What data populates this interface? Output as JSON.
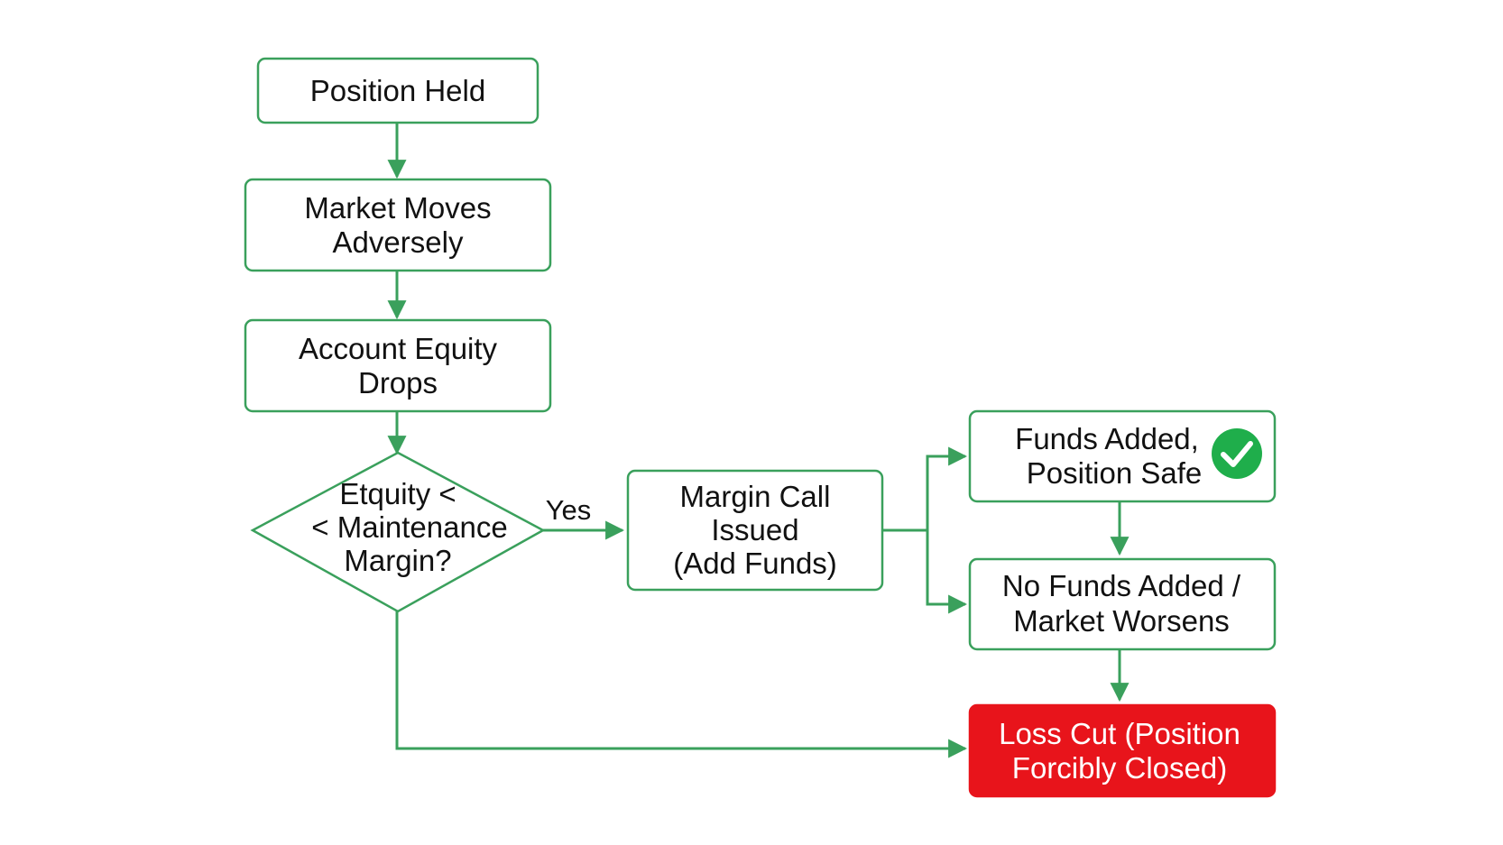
{
  "colors": {
    "stroke": "#3aa05c",
    "fill": "#ffffff",
    "danger": "#e8141b",
    "danger_text": "#ffffff",
    "check": "#1fae4b",
    "text": "#111111"
  },
  "nodes": {
    "position_held": {
      "line1": "Position Held"
    },
    "market_moves": {
      "line1": "Market Moves",
      "line2": "Adversely"
    },
    "equity_drops": {
      "line1": "Account Equity",
      "line2": "Drops"
    },
    "decision": {
      "line1": "Etquity <",
      "line2": "< Maintenance",
      "line3": "Margin?"
    },
    "margin_call": {
      "line1": "Margin Call",
      "line2": "Issued",
      "line3": "(Add Funds)"
    },
    "funds_added": {
      "line1": "Funds Added,",
      "line2": "Position Safe",
      "icon": "check-circle-icon"
    },
    "no_funds": {
      "line1": "No Funds Added /",
      "line2": "Market Worsens"
    },
    "loss_cut": {
      "line1": "Loss Cut (Position",
      "line2": "Forcibly Closed)"
    }
  },
  "edges": {
    "yes_label": "Yes"
  }
}
